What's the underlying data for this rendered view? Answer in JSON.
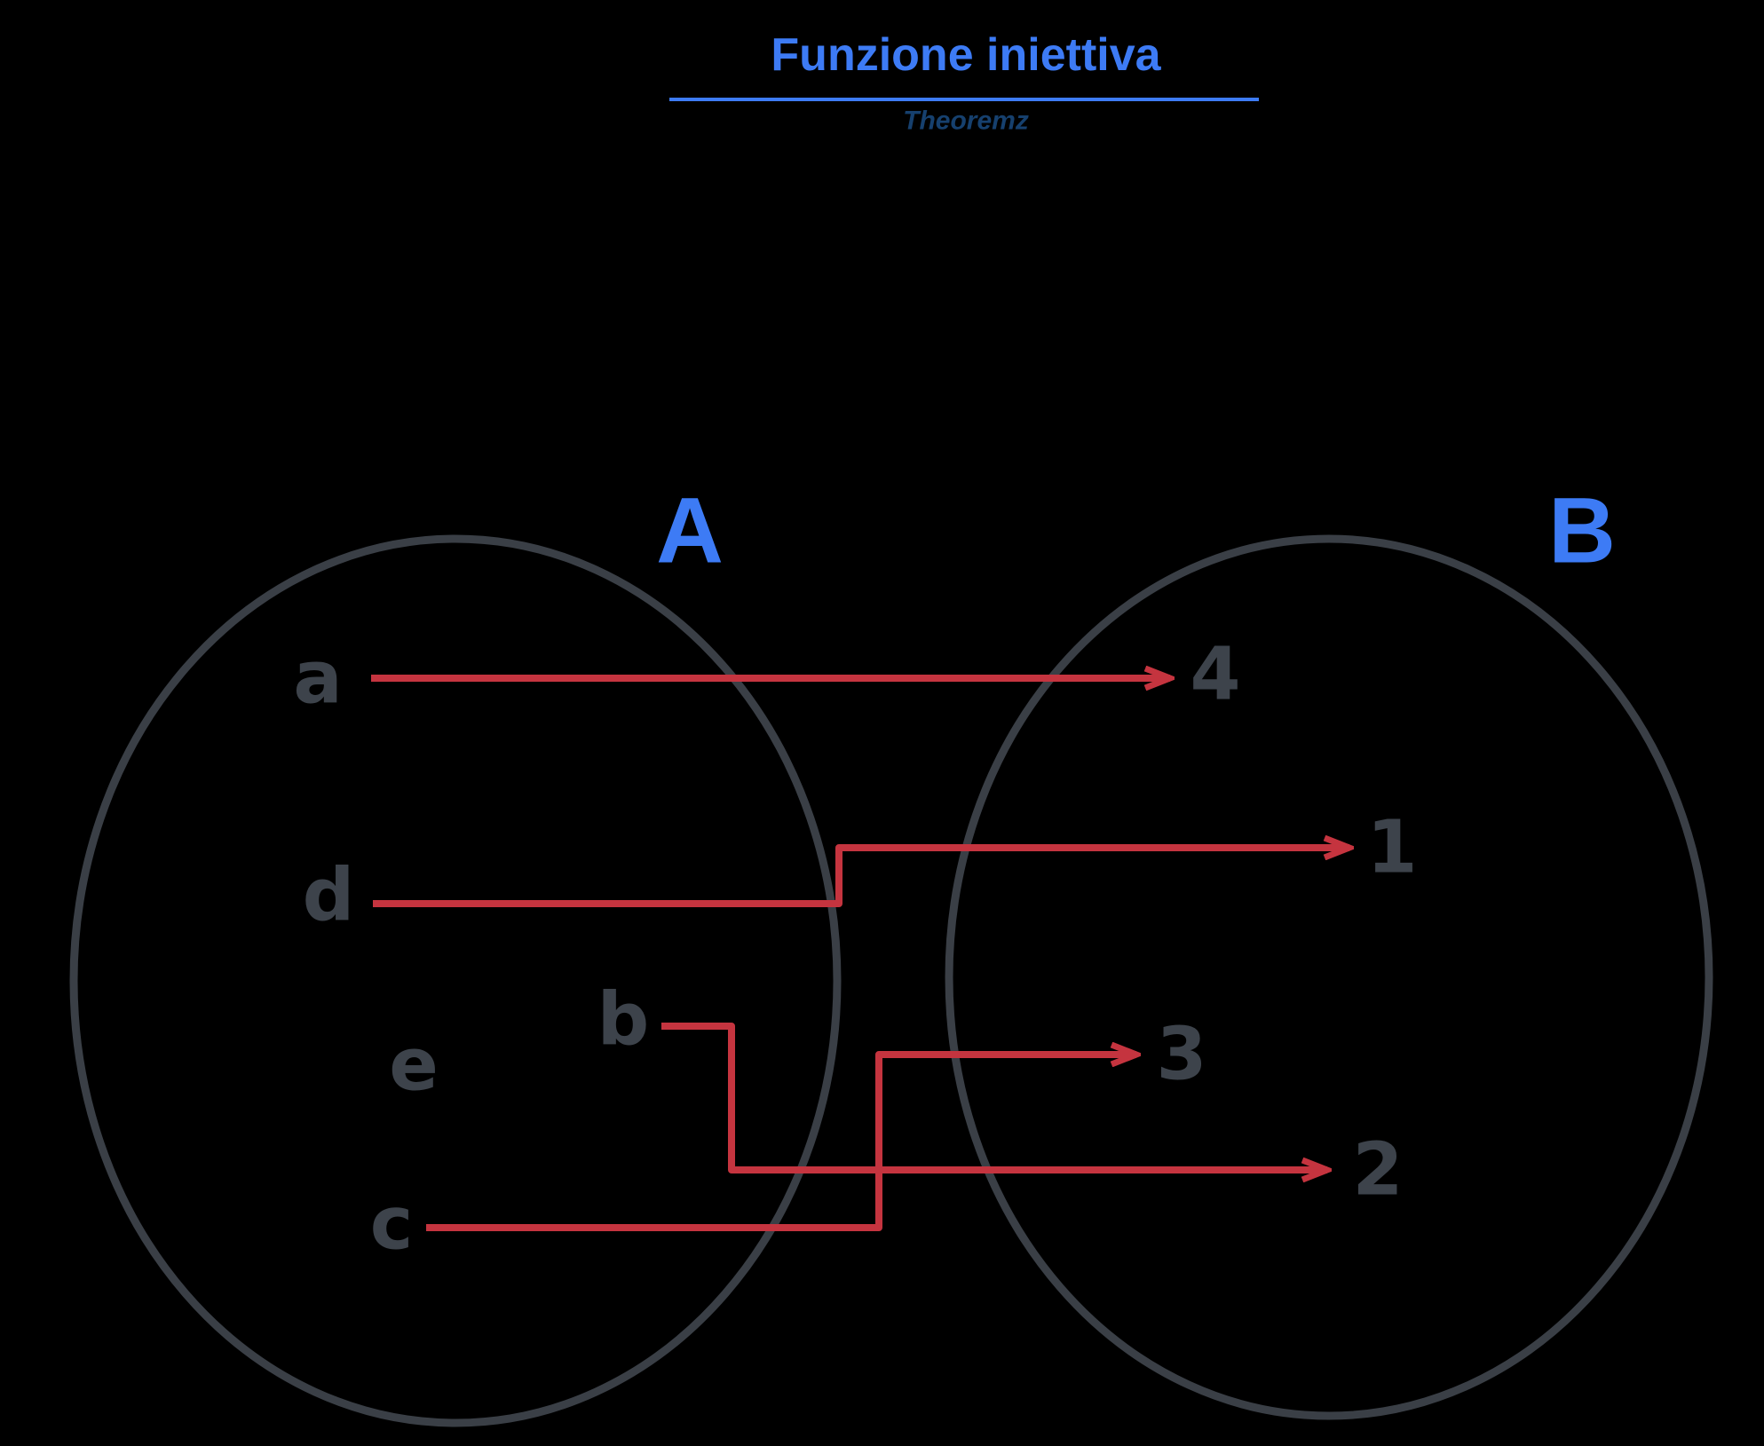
{
  "title": "Funzione iniettiva",
  "subtitle": "Theoremz",
  "colors": {
    "background": "#000000",
    "title": "#3d7bf5",
    "subtitle": "#16406e",
    "set_outline": "#3a3f46",
    "element_text": "#3d434b",
    "arrow": "#c5343f"
  },
  "sets": {
    "a": {
      "label": "A",
      "elements": [
        "a",
        "d",
        "e",
        "b",
        "c"
      ]
    },
    "b": {
      "label": "B",
      "elements": [
        "4",
        "1",
        "3",
        "2"
      ]
    }
  },
  "elements": {
    "a": "a",
    "d": "d",
    "e": "e",
    "b": "b",
    "c": "c",
    "n4": "4",
    "n1": "1",
    "n3": "3",
    "n2": "2"
  },
  "mappings": [
    {
      "from": "a",
      "to": "4"
    },
    {
      "from": "d",
      "to": "1"
    },
    {
      "from": "b",
      "to": "2"
    },
    {
      "from": "c",
      "to": "3"
    }
  ],
  "unmapped_elements": [
    "e"
  ]
}
